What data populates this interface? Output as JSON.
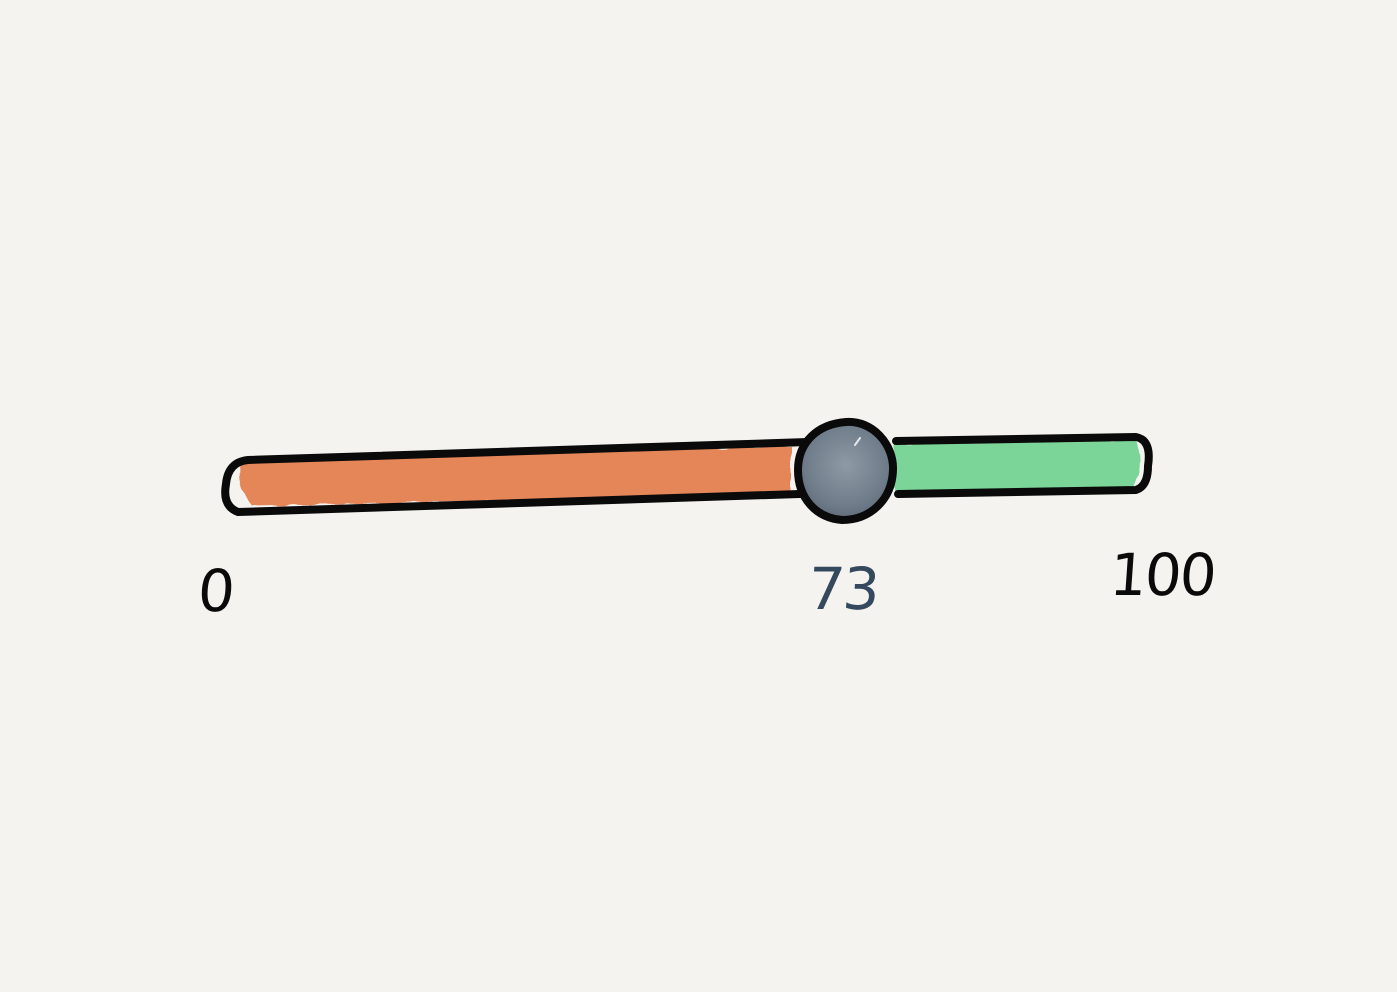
{
  "slider": {
    "min_label": "0",
    "max_label": "100",
    "value_label": "73",
    "min": 0,
    "max": 100,
    "value": 73,
    "colors": {
      "background": "#f5f3ef",
      "filled": "#e3733f",
      "remaining": "#6fd28f",
      "thumb": "#7d8a98",
      "outline": "#0a0a0a",
      "value_text": "#34495e"
    }
  }
}
